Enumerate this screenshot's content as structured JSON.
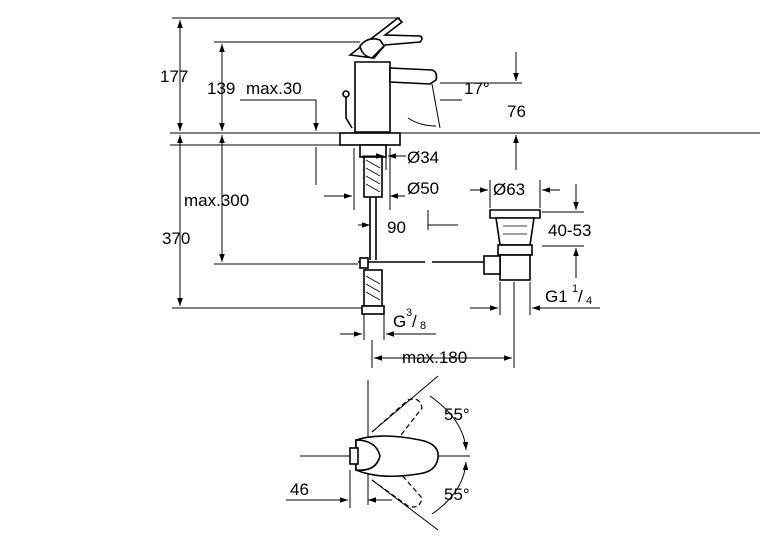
{
  "dimensions": {
    "d177": "177",
    "d139": "139",
    "dmax30": "max.30",
    "d17deg": "17°",
    "d76": "76",
    "d34": "Ø34",
    "d50": "Ø50",
    "d63": "Ø63",
    "dmax300": "max.300",
    "d370": "370",
    "d90": "90",
    "d4053": "40-53",
    "dG1": "G1",
    "dG1_num": "1",
    "dG1_den": "4",
    "dG38": "G",
    "dG38_num": "3",
    "dG38_den": "8",
    "dmax180": "max.180",
    "d55top": "55°",
    "d55bot": "55°",
    "d46": "46"
  }
}
